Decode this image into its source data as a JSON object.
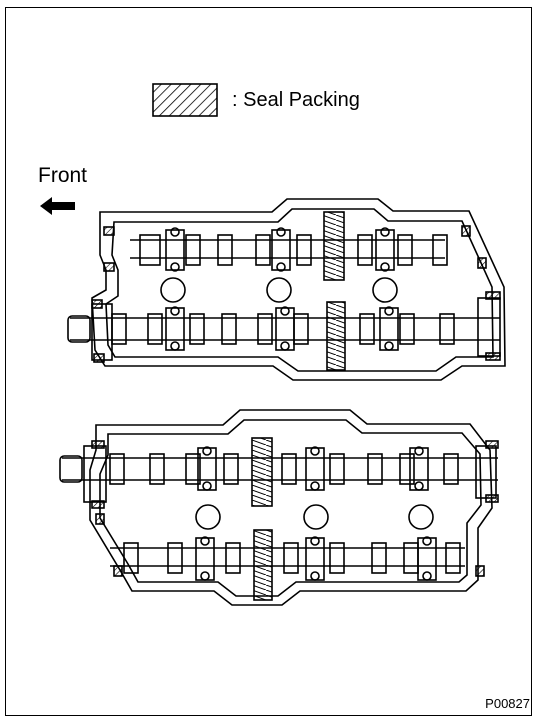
{
  "legend": {
    "separator": ":",
    "label": "Seal Packing"
  },
  "direction": {
    "label": "Front"
  },
  "figure": {
    "code": "P00827"
  },
  "colors": {
    "line": "#000000",
    "background": "#ffffff"
  },
  "icons": {
    "legend": "hatched-rectangle-icon",
    "direction": "left-arrow-icon"
  }
}
